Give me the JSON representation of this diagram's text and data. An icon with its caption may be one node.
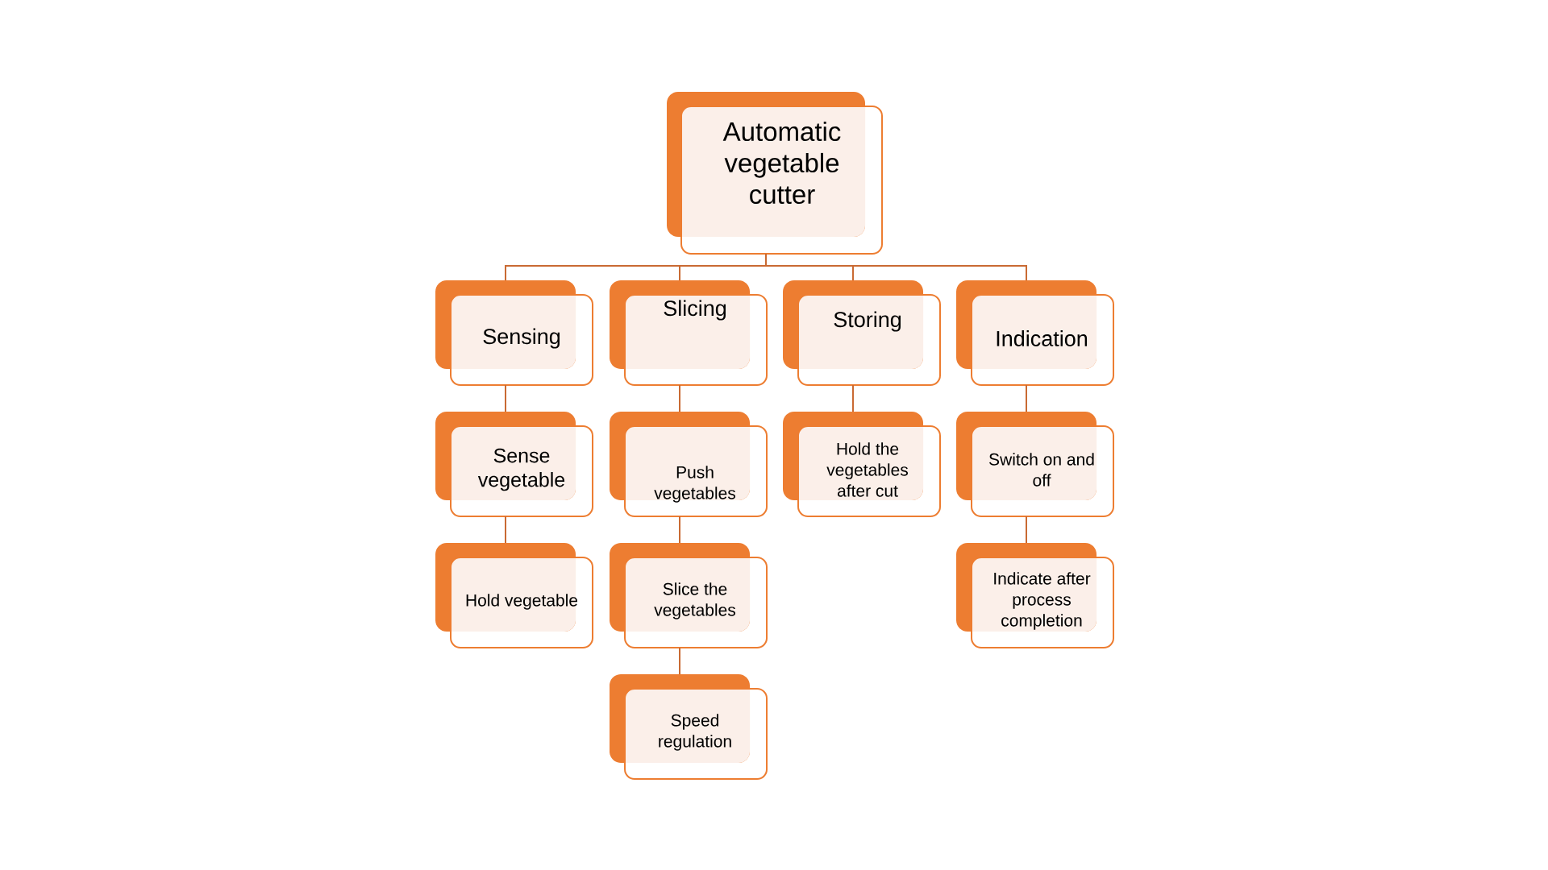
{
  "diagram": {
    "nodes": [
      {
        "text": [
          "Automatic vegetable cutter"
        ]
      },
      {
        "text": [
          "Sensing"
        ]
      },
      {
        "text": [
          "Slicing"
        ]
      },
      {
        "text": [
          "Storing"
        ]
      },
      {
        "text": [
          "Indication"
        ]
      },
      {
        "text": [
          "Sense vegetable"
        ]
      },
      {
        "text": [
          "Push vegetables"
        ]
      },
      {
        "text": [
          "Hold the vegetables after cut"
        ]
      },
      {
        "text": [
          "Switch on and off"
        ]
      },
      {
        "text": [
          "Hold vegetable"
        ]
      },
      {
        "text": [
          "Slice the vegetables"
        ]
      },
      {
        "text": [
          "Indicate after process completion"
        ]
      },
      {
        "text": [
          "Speed regulation"
        ]
      }
    ],
    "edges": [
      {
        "from": 0,
        "to": 1,
        "arrow": "none"
      },
      {
        "from": 0,
        "to": 2,
        "arrow": "none"
      },
      {
        "from": 0,
        "to": 3,
        "arrow": "none"
      },
      {
        "from": 0,
        "to": 4,
        "arrow": "none"
      },
      {
        "from": 1,
        "to": 5,
        "arrow": "none"
      },
      {
        "from": 5,
        "to": 9,
        "arrow": "none"
      },
      {
        "from": 2,
        "to": 6,
        "arrow": "none"
      },
      {
        "from": 6,
        "to": 10,
        "arrow": "none"
      },
      {
        "from": 10,
        "to": 12,
        "arrow": "none"
      },
      {
        "from": 3,
        "to": 7,
        "arrow": "none"
      },
      {
        "from": 4,
        "to": 8,
        "arrow": "none"
      },
      {
        "from": 8,
        "to": 11,
        "arrow": "none"
      }
    ]
  }
}
